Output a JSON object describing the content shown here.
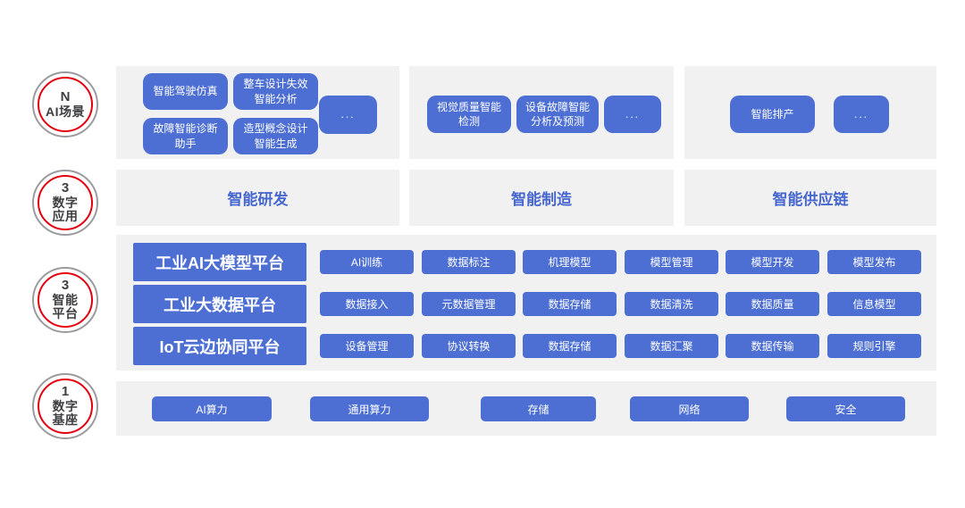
{
  "colors": {
    "accent_blue": "#4d6fd3",
    "panel_gray": "#f1f1f2",
    "title_blue": "#4667cf",
    "ring_red": "#e3000f",
    "ring_gray": "#9b9b9f"
  },
  "badges": [
    {
      "number": "N",
      "label": "AI场景"
    },
    {
      "number": "3",
      "label": "数字\n应用"
    },
    {
      "number": "3",
      "label": "智能\n平台"
    },
    {
      "number": "1",
      "label": "数字\n基座"
    }
  ],
  "scenarios": {
    "rd": {
      "buttons": [
        "智能驾驶仿真",
        "整车设计失效\n智能分析",
        "故障智能诊断\n助手",
        "造型概念设计\n智能生成"
      ],
      "more": "..."
    },
    "mfg": {
      "buttons": [
        "视觉质量智能\n检测",
        "设备故障智能\n分析及预测"
      ],
      "more": "..."
    },
    "supply": {
      "buttons": [
        "智能排产"
      ],
      "more": "..."
    }
  },
  "applications": [
    "智能研发",
    "智能制造",
    "智能供应链"
  ],
  "platforms": [
    {
      "title": "工业AI大模型平台",
      "capabilities": [
        "AI训练",
        "数据标注",
        "机理模型",
        "模型管理",
        "模型开发",
        "模型发布"
      ]
    },
    {
      "title": "工业大数据平台",
      "capabilities": [
        "数据接入",
        "元数据管理",
        "数据存储",
        "数据清洗",
        "数据质量",
        "信息模型"
      ]
    },
    {
      "title": "IoT云边协同平台",
      "capabilities": [
        "设备管理",
        "协议转换",
        "数据存储",
        "数据汇聚",
        "数据传输",
        "规则引擎"
      ]
    }
  ],
  "foundation": [
    "AI算力",
    "通用算力",
    "存储",
    "网络",
    "安全"
  ]
}
